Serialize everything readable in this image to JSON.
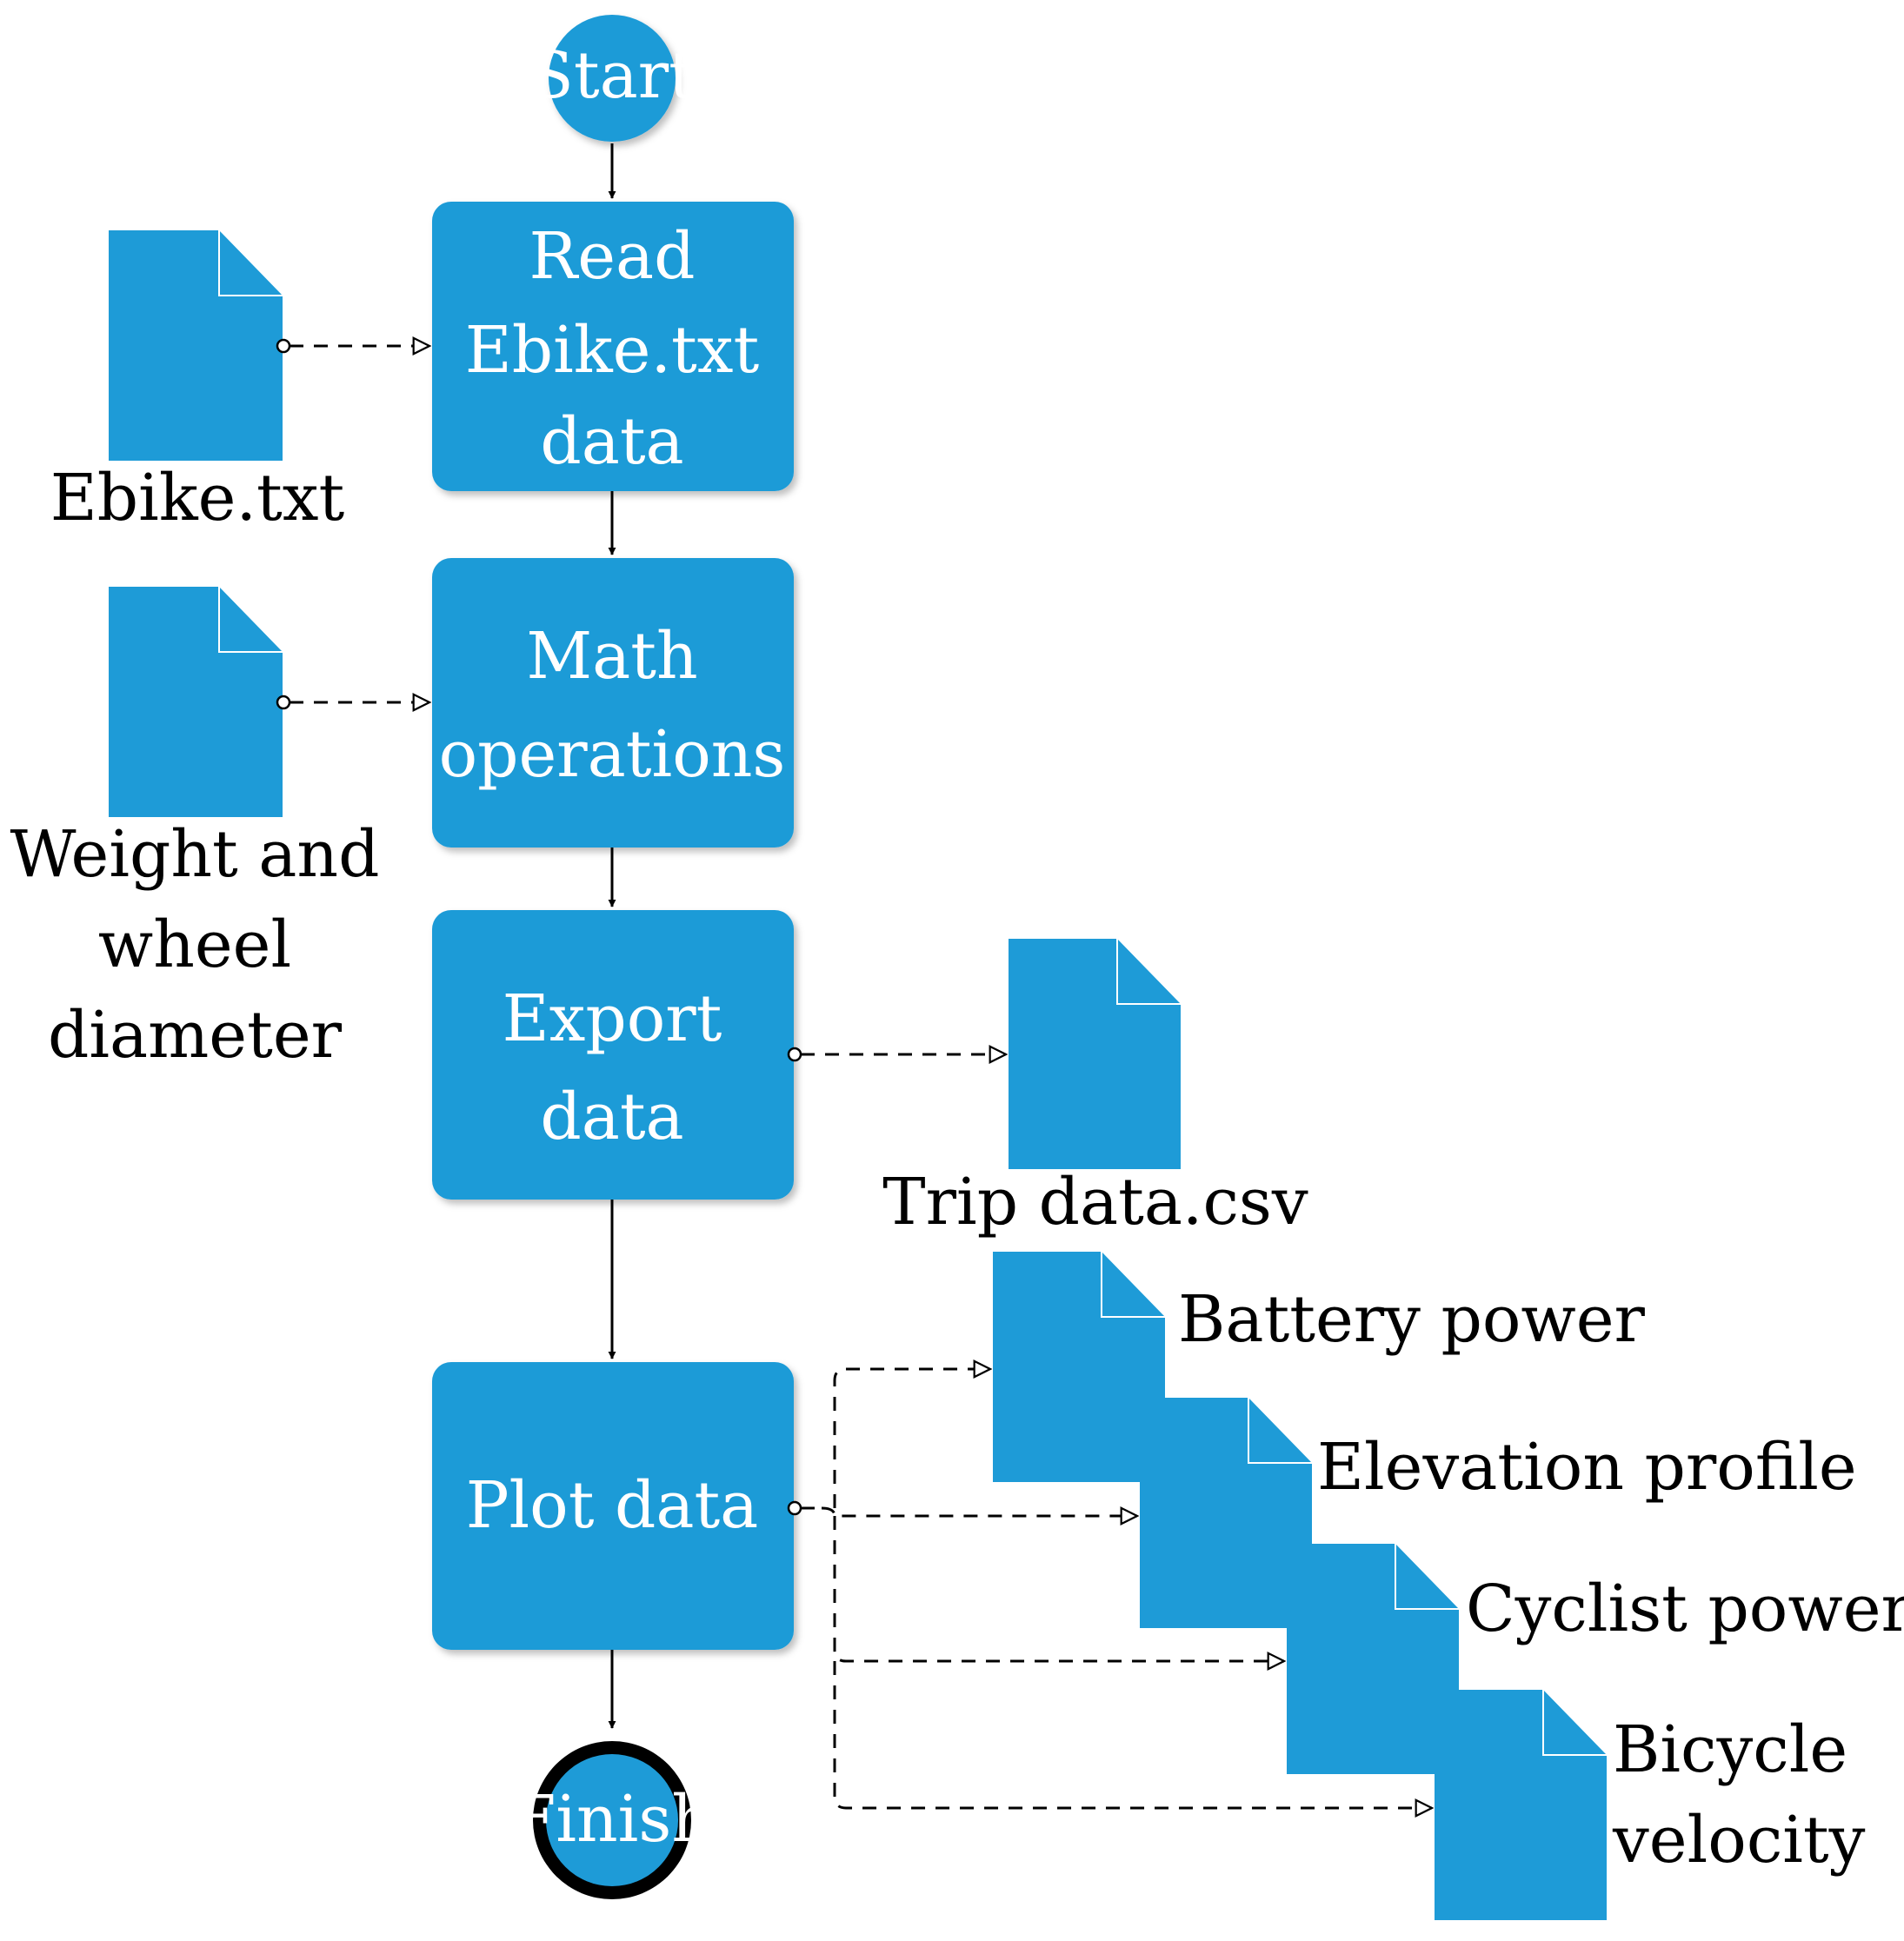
{
  "colors": {
    "node_fill": "#1e9bd7",
    "doc_fill": "#1e9bd7",
    "doc_fold": "#ffffff",
    "line": "#000000",
    "text_on_node": "#ffffff",
    "text_label": "#000000"
  },
  "nodes": {
    "start": "Start",
    "read": [
      "Read",
      "Ebike.txt",
      "data"
    ],
    "math": [
      "Math",
      "operations"
    ],
    "export": [
      "Export",
      "data"
    ],
    "plot": "Plot data",
    "finish": "Finish"
  },
  "documents": {
    "ebike": "Ebike.txt",
    "weight": [
      "Weight and",
      "wheel",
      "diameter"
    ],
    "trip": "Trip data.csv",
    "battery": "Battery power",
    "elevation": "Elevation profile",
    "cyclist": "Cyclist power",
    "velocity": [
      "Bicycle",
      "velocity"
    ]
  }
}
